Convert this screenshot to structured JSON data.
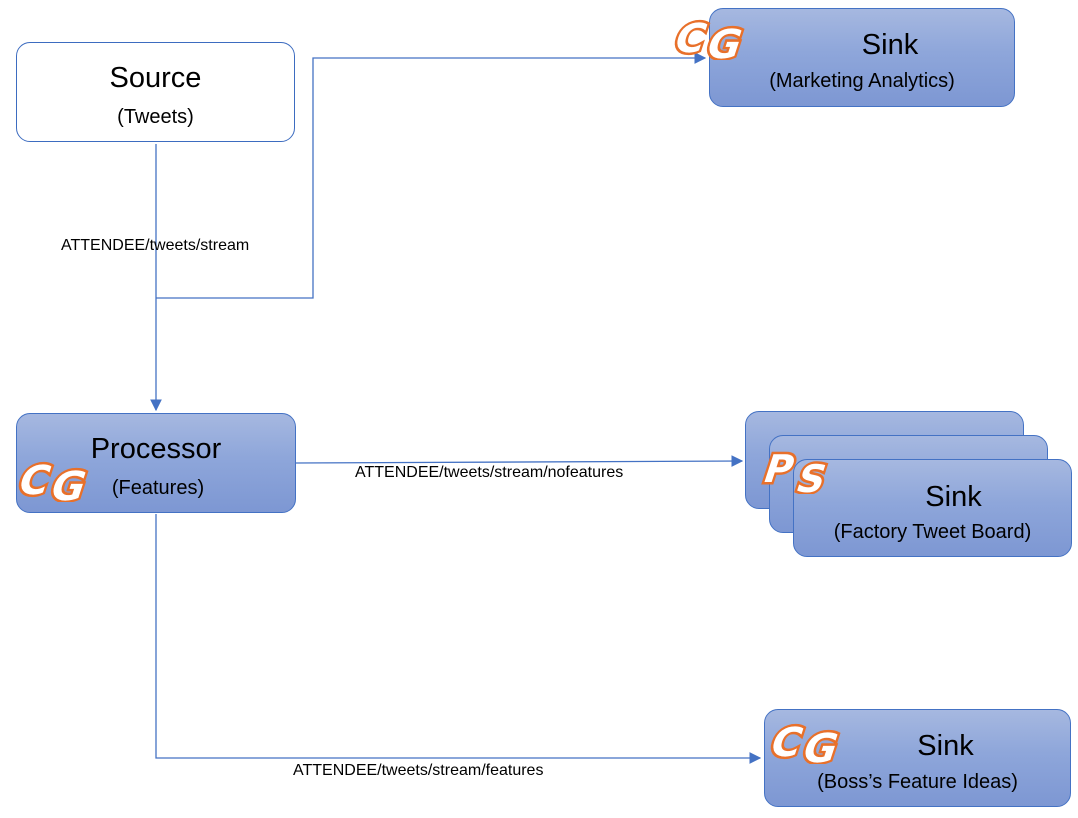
{
  "nodes": {
    "source": {
      "title": "Source",
      "subtitle": "(Tweets)"
    },
    "sink_marketing": {
      "title": "Sink",
      "subtitle": "(Marketing Analytics)",
      "badge": "CG"
    },
    "processor": {
      "title": "Processor",
      "subtitle": "(Features)",
      "badge": "CG"
    },
    "sink_factory": {
      "title": "Sink",
      "subtitle": "(Factory Tweet Board)",
      "badge": "PS"
    },
    "sink_boss": {
      "title": "Sink",
      "subtitle": "(Boss’s Feature Ideas)",
      "badge": "CG"
    }
  },
  "edges": {
    "tweets_stream": "ATTENDEE/tweets/stream",
    "nofeatures": "ATTENDEE/tweets/stream/nofeatures",
    "features": "ATTENDEE/tweets/stream/features"
  },
  "colors": {
    "line": "#4472c4",
    "node_fill": "#8ea6da",
    "badge_orange": "#e8702a"
  },
  "icons": [
    "cg-badge-icon",
    "ps-badge-icon",
    "arrowhead-icon"
  ]
}
